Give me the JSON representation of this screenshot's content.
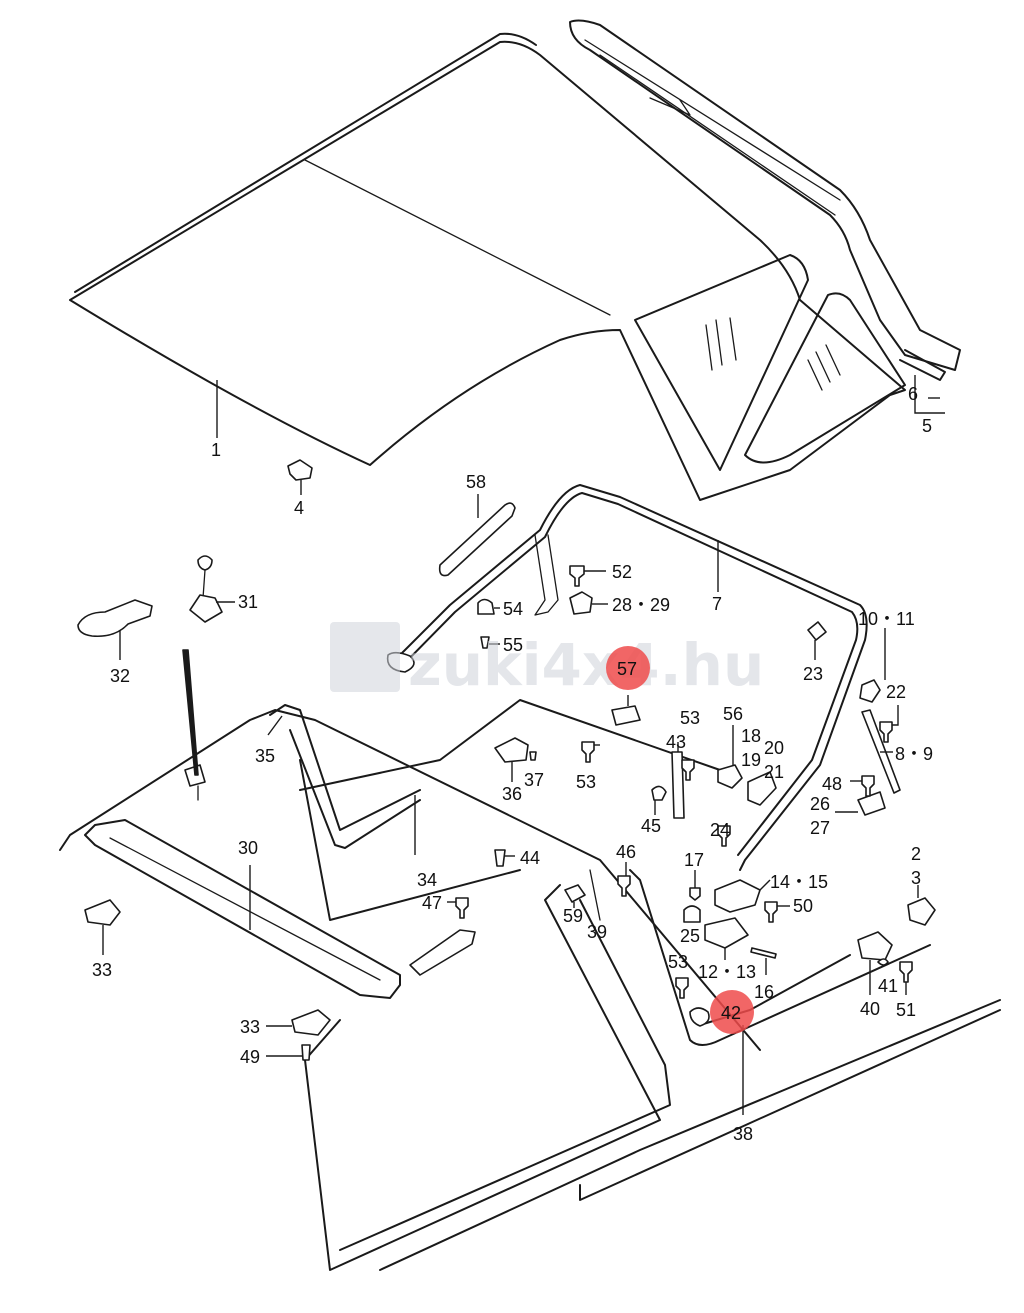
{
  "watermark": "zuki4x4.hu",
  "colors": {
    "line": "#1a1a1a",
    "highlight": "#ef4b4b",
    "watermark": "#cfd3da",
    "background": "#ffffff"
  },
  "labels": {
    "p1": "1",
    "p2": "2",
    "p3": "3",
    "p4": "4",
    "p5": "5",
    "p6": "6",
    "p7": "7",
    "p8_9": "8・9",
    "p10_11": "10・11",
    "p12_13": "12・13",
    "p14_15": "14・15",
    "p16": "16",
    "p17": "17",
    "p18": "18",
    "p19": "19",
    "p20": "20",
    "p21": "21",
    "p22": "22",
    "p23": "23",
    "p24": "24",
    "p25": "25",
    "p26": "26",
    "p27": "27",
    "p28_29": "28・29",
    "p30": "30",
    "p31": "31",
    "p32": "32",
    "p33a": "33",
    "p33b": "33",
    "p34": "34",
    "p35": "35",
    "p36": "36",
    "p37": "37",
    "p38": "38",
    "p39": "39",
    "p40": "40",
    "p41": "41",
    "p42": "42",
    "p43": "43",
    "p44": "44",
    "p45": "45",
    "p46": "46",
    "p47": "47",
    "p48": "48",
    "p49": "49",
    "p50": "50",
    "p51": "51",
    "p52": "52",
    "p53a": "53",
    "p53b": "53",
    "p53c": "53",
    "p54": "54",
    "p55": "55",
    "p56": "56",
    "p57": "57",
    "p58": "58",
    "p59": "59"
  }
}
